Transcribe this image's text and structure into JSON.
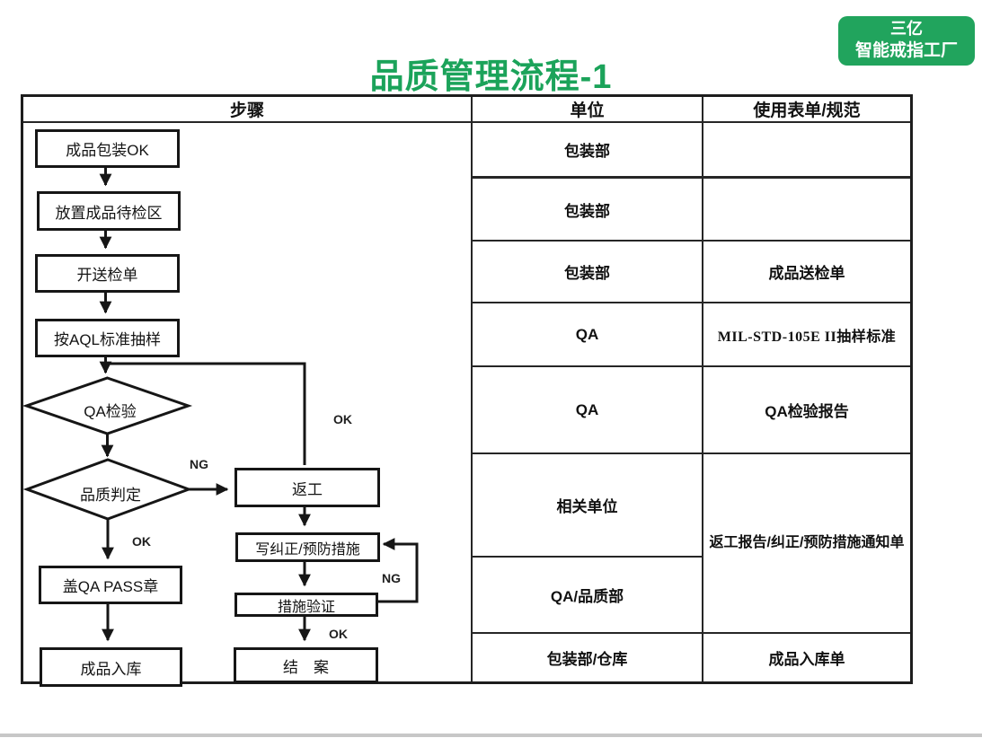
{
  "page": {
    "title": "品质管理流程-1",
    "accent_green": "#1ba35a",
    "badge_green": "#21a45d"
  },
  "badge": {
    "line1": "三亿",
    "line2": "智能戒指工厂"
  },
  "table": {
    "header_steps": "步骤",
    "header_unit": "单位",
    "header_form": "使用表单/规范",
    "units": [
      "包装部",
      "包装部",
      "包装部",
      "QA",
      "QA",
      "相关单位",
      "QA/品质部",
      "包装部/仓库"
    ],
    "forms": {
      "row3": "成品送检单",
      "row4": "MIL-STD-105E II抽样标准",
      "row5": "QA检验报告",
      "rows6_7": "返工报告/纠正/预防措施通知单",
      "row8": "成品入库单"
    }
  },
  "flow": {
    "step1": "成品包装OK",
    "step2": "放置成品待检区",
    "step3": "开送检单",
    "step4": "按AQL标准抽样",
    "decision1": "QA检验",
    "decision2": "品质判定",
    "step5": "盖QA PASS章",
    "step6": "成品入库",
    "rework": "返工",
    "corrective": "写纠正/预防措施",
    "verify": "措施验证",
    "close": "结　案",
    "label_ok_rework": "OK",
    "label_ng_judge": "NG",
    "label_ok_pass": "OK",
    "label_ng_loop": "NG",
    "label_ok_close": "OK"
  }
}
